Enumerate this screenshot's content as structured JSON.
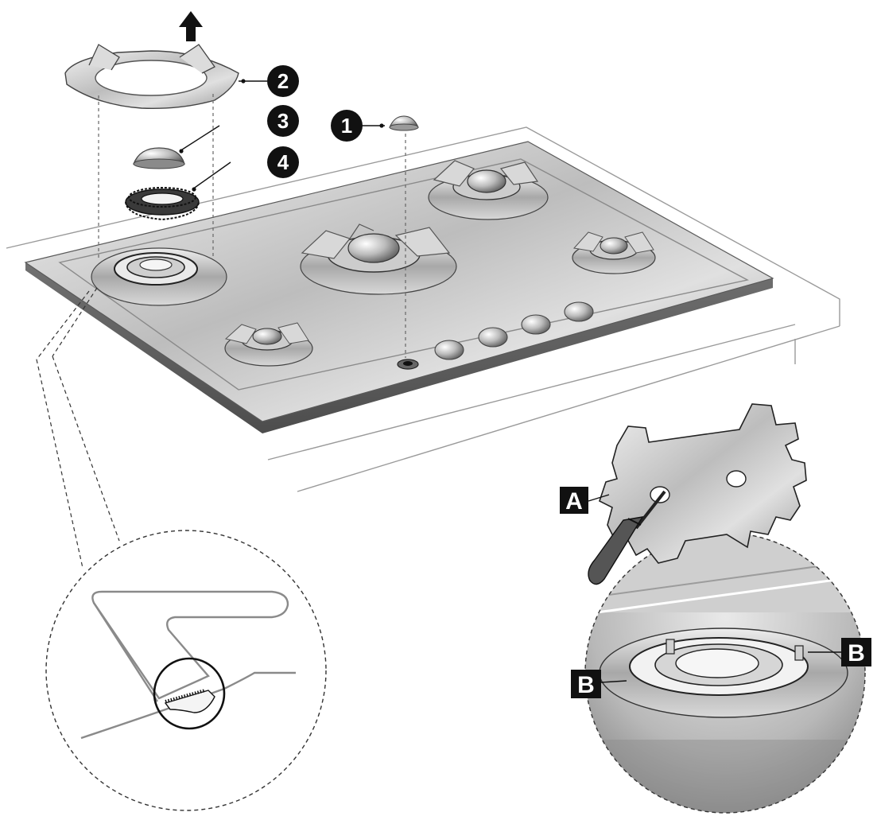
{
  "callouts": {
    "c1": "1",
    "c2": "2",
    "c3": "3",
    "c4": "4"
  },
  "labels": {
    "a": "A",
    "b_left": "B",
    "b_right": "B"
  },
  "colors": {
    "ink": "#1a1a1a",
    "steel_light": "#e6e6e6",
    "steel_mid": "#b3b3b3",
    "steel_dark": "#5c5c5c",
    "counter": "#ffffff"
  },
  "icons": {
    "up_arrow": "up-arrow-icon",
    "screwdriver": "screwdriver-icon",
    "wrench": "burner-key-icon"
  }
}
